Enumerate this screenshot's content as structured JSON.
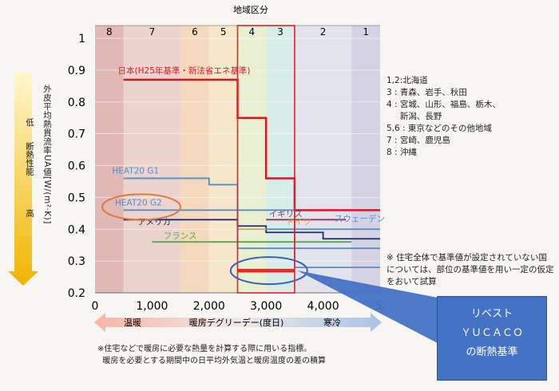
{
  "chart_data": {
    "type": "line",
    "title": "地域区分",
    "xlabel": "暖房デグリーデー(度日)",
    "ylabel": "外皮平均熱貫流率UA値[W/(m²·K)]",
    "xlim": [
      0,
      5000
    ],
    "ylim": [
      0.2,
      1.0
    ],
    "x_ticks": [
      "0",
      "1,000",
      "2,000",
      "3,000",
      "4,000",
      "5,"
    ],
    "y_ticks": [
      "0.2",
      "0.3",
      "0.4",
      "0.5",
      "0.6",
      "0.7",
      "0.8",
      "0.9",
      "1"
    ],
    "regions": [
      {
        "label": "8",
        "x0": 0,
        "x1": 500,
        "color": "#d8a3a0"
      },
      {
        "label": "7",
        "x0": 500,
        "x1": 1500,
        "color": "#e7c8c2"
      },
      {
        "label": "6",
        "x0": 1500,
        "x1": 2000,
        "color": "#f3cfae"
      },
      {
        "label": "5",
        "x0": 2000,
        "x1": 2500,
        "color": "#f5e2be"
      },
      {
        "label": "4",
        "x0": 2500,
        "x1": 3000,
        "color": "#e4ecc6"
      },
      {
        "label": "3",
        "x0": 3000,
        "x1": 3500,
        "color": "#cde8e4"
      },
      {
        "label": "2",
        "x0": 3500,
        "x1": 4500,
        "color": "#dcdceb"
      },
      {
        "label": "1",
        "x0": 4500,
        "x1": 5000,
        "color": "#c9c6dd"
      }
    ],
    "series": [
      {
        "name": "日本(H25年基準・新法省エネ基準)",
        "color": "#d7191c",
        "points": [
          [
            500,
            0.87
          ],
          [
            2500,
            0.87
          ],
          [
            2500,
            0.75
          ],
          [
            3000,
            0.75
          ],
          [
            3000,
            0.56
          ],
          [
            3500,
            0.56
          ],
          [
            3500,
            0.46
          ],
          [
            5000,
            0.46
          ]
        ]
      },
      {
        "name": "HEAT20 G1",
        "color": "#4a90d9",
        "points": [
          [
            500,
            0.56
          ],
          [
            2000,
            0.56
          ],
          [
            2000,
            0.54
          ],
          [
            2500,
            0.54
          ],
          [
            2500,
            0.46
          ],
          [
            3500,
            0.46
          ],
          [
            3500,
            0.34
          ],
          [
            5000,
            0.34
          ]
        ]
      },
      {
        "name": "HEAT20 G2",
        "color": "#4a90d9",
        "points": [
          [
            500,
            0.46
          ],
          [
            1500,
            0.46
          ],
          [
            1500,
            0.46
          ],
          [
            2500,
            0.46
          ],
          [
            2500,
            0.34
          ],
          [
            3500,
            0.34
          ],
          [
            3500,
            0.28
          ],
          [
            5000,
            0.28
          ]
        ]
      },
      {
        "name": "アメリカ",
        "color": "#1f2f6b",
        "points": [
          [
            500,
            0.43
          ],
          [
            2500,
            0.43
          ],
          [
            2500,
            0.41
          ],
          [
            3000,
            0.41
          ],
          [
            3000,
            0.39
          ],
          [
            4000,
            0.39
          ],
          [
            4000,
            0.37
          ],
          [
            5000,
            0.37
          ]
        ]
      },
      {
        "name": "フランス",
        "color": "#4caf3a",
        "points": [
          [
            1000,
            0.36
          ],
          [
            4500,
            0.36
          ]
        ]
      },
      {
        "name": "イギリス",
        "color": "#8b3a62",
        "points": [
          [
            3000,
            0.43
          ],
          [
            4400,
            0.43
          ]
        ]
      },
      {
        "name": "ドイツ",
        "color": "#e6a23c",
        "points": [
          [
            2500,
            0.4
          ],
          [
            4600,
            0.4
          ]
        ]
      },
      {
        "name": "スウェーデン",
        "color": "#4a90d9",
        "points": [
          [
            3000,
            0.4
          ],
          [
            5000,
            0.4
          ]
        ]
      },
      {
        "name": "",
        "color": "#ff2020",
        "points": [
          [
            2500,
            0.27
          ],
          [
            3500,
            0.27
          ]
        ]
      }
    ],
    "series_labels": [
      {
        "text": "日本(H25年基準・新法省エネ基準)",
        "x": 400,
        "y": 0.89,
        "color": "#d7191c"
      },
      {
        "text": "HEAT20 G1",
        "x": 300,
        "y": 0.575,
        "color": "#4a90d9"
      },
      {
        "text": "HEAT20 G2",
        "x": 350,
        "y": 0.475,
        "color": "#4a90d9"
      },
      {
        "text": "アメリカ",
        "x": 750,
        "y": 0.415,
        "color": "#1f2f6b"
      },
      {
        "text": "フランス",
        "x": 1200,
        "y": 0.37,
        "color": "#4caf3a"
      },
      {
        "text": "イギリス",
        "x": 3050,
        "y": 0.44,
        "color": "#8b3a62"
      },
      {
        "text": "ドイツ",
        "x": 3350,
        "y": 0.415,
        "color": "#e6a23c"
      },
      {
        "text": "スウェーデン",
        "x": 4200,
        "y": 0.425,
        "color": "#4a90d9"
      }
    ]
  },
  "side": {
    "vlabel": "外皮平均熱貫流率UA値[W/(m²·K)]",
    "low": "低",
    "mid": "断熱性能",
    "high": "高"
  },
  "legend_text": "1,2:北海道\n3 : 青森、岩手、秋田\n4 : 宮城、山形、福島、栃木、\n     新潟、長野\n5,6 : 東京などのその他地域\n7 : 宮崎、鹿児島\n8 : 沖縄",
  "note2": "※ 住宅全体で基準値が設定されていない国については、部位の基準値を用い一定の仮定をおいて試算",
  "arrow": {
    "left": "温暖",
    "center": "暖房デグリーデー(度日)",
    "right": "寒冷"
  },
  "footnote": "※住宅などで暖房に必要な熱量を計算する際に用いる指標。\n  暖房を必要とする期間中の日平均外気温と暖房温度の差の積算",
  "callout": {
    "line1": "リベスト",
    "line2": "ＹＵＣＡＣＯ",
    "line3": "の断熱基準"
  }
}
